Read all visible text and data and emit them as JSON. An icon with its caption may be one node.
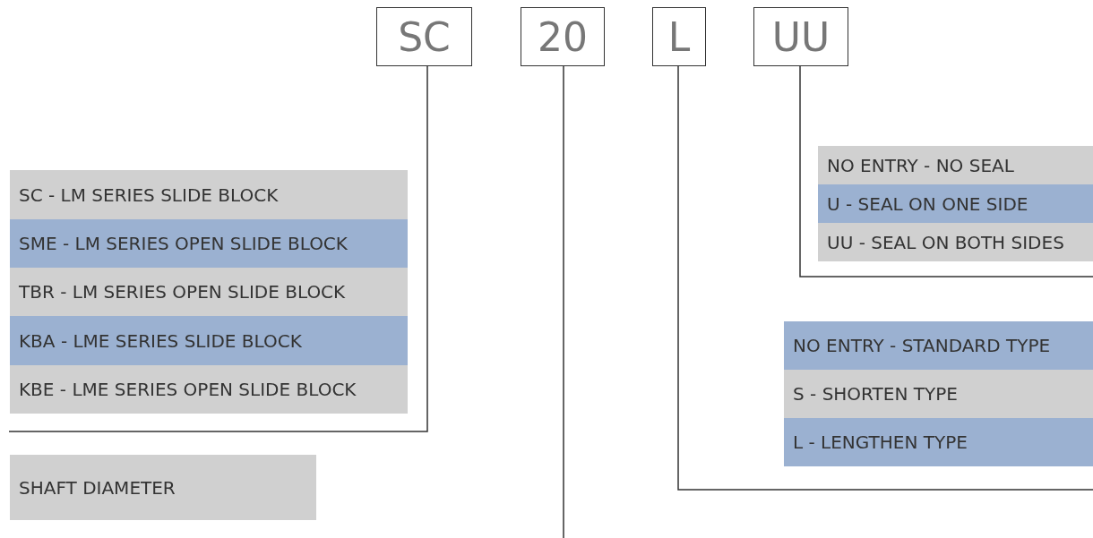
{
  "diagram": {
    "nodes": [
      {
        "text": [
          "SC"
        ]
      },
      {
        "text": [
          "20"
        ]
      },
      {
        "text": [
          "L"
        ]
      },
      {
        "text": [
          "UU"
        ]
      },
      {
        "text": [
          "SC - LM SERIES SLIDE BLOCK"
        ]
      },
      {
        "text": [
          "SME - LM SERIES OPEN SLIDE BLOCK"
        ]
      },
      {
        "text": [
          "TBR - LM SERIES OPEN SLIDE BLOCK"
        ]
      },
      {
        "text": [
          "KBA - LME SERIES SLIDE BLOCK"
        ]
      },
      {
        "text": [
          "KBE - LME SERIES OPEN SLIDE BLOCK"
        ]
      },
      {
        "text": [
          "SHAFT DIAMETER"
        ]
      },
      {
        "text": [
          "NO ENTRY - NO SEAL"
        ]
      },
      {
        "text": [
          "U - SEAL ON ONE SIDE"
        ]
      },
      {
        "text": [
          "UU - SEAL ON BOTH SIDES"
        ]
      },
      {
        "text": [
          "NO ENTRY - STANDARD TYPE"
        ]
      },
      {
        "text": [
          "S - SHORTEN TYPE"
        ]
      },
      {
        "text": [
          "L - LENGTHEN TYPE"
        ]
      }
    ],
    "edges": [
      {
        "from": 0,
        "to": null,
        "arrow": "none"
      },
      {
        "from": 1,
        "to": null,
        "arrow": "none"
      },
      {
        "from": 2,
        "to": null,
        "arrow": "none"
      },
      {
        "from": 3,
        "to": null,
        "arrow": "none"
      }
    ]
  }
}
